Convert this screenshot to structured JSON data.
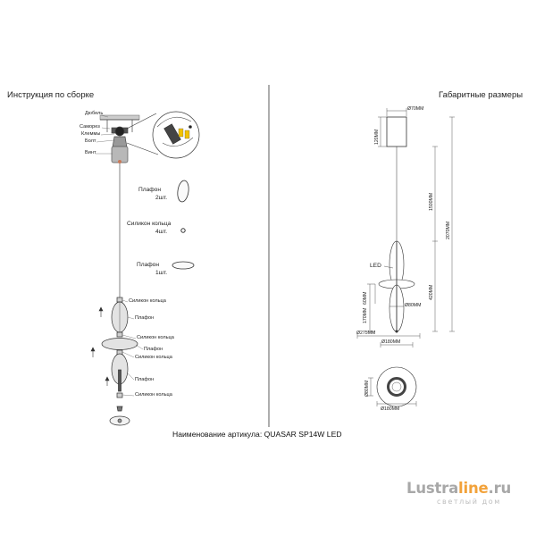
{
  "left_title": "Инструкция по сборке",
  "right_title": "Габаритные размеры",
  "caption": "Наименование артикула: QUASAR SP14W LED",
  "assembly": {
    "mount_labels": [
      "Дюбель",
      "Саморез",
      "Клеммы",
      "Болт",
      "Винт"
    ],
    "part_shade_2": {
      "name": "Плафон",
      "qty": "2шт."
    },
    "part_rings_4": {
      "name": "Силикон кольца",
      "qty": "4шт."
    },
    "part_shade_1": {
      "name": "Плафон",
      "qty": "1шт."
    },
    "stack_labels": [
      "Силикон кольца",
      "Плафон",
      "Силикон кольца",
      "Плафон",
      "Силикон кольца",
      "Плафон",
      "Силикон кольца"
    ]
  },
  "dimensions": {
    "canopy_width": "Ø70MM",
    "canopy_height": "120MM",
    "cable_length": "1500MM",
    "total_height": "2070MM",
    "body_height": "420MM",
    "led_label": "LED",
    "height_170": "170MM",
    "height_60": "60MM",
    "width_80": "Ø80MM",
    "width_275": "Ø275MM",
    "width_180": "Ø180MM",
    "bottom_height": "Ø80MM",
    "bottom_width": "Ø180MM"
  },
  "watermark": {
    "main": "Lustra",
    "accent": "line",
    "tld": ".ru",
    "sub": "светлый дом"
  }
}
